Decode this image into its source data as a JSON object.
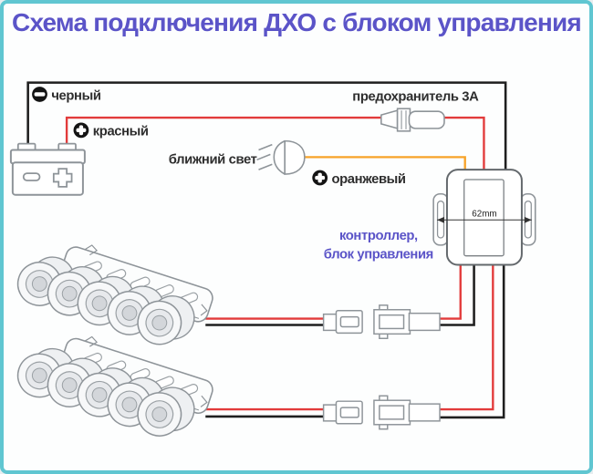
{
  "title": "Схема подключения ДХО с блоком управления",
  "colors": {
    "title": "#5b54c8",
    "border": "#60c6d1",
    "wire_black": "#1f1f1f",
    "wire_red": "#e23b3b",
    "wire_orange": "#f7a329",
    "label": "#2e2e2e"
  },
  "labels": {
    "black_wire": "черный",
    "red_wire": "красный",
    "low_beam": "ближний свет",
    "orange_wire": "оранжевый",
    "fuse": "предохранитель 3А",
    "controller_line1": "контроллер,",
    "controller_line2": "блок управления",
    "controller_width": "62mm"
  }
}
